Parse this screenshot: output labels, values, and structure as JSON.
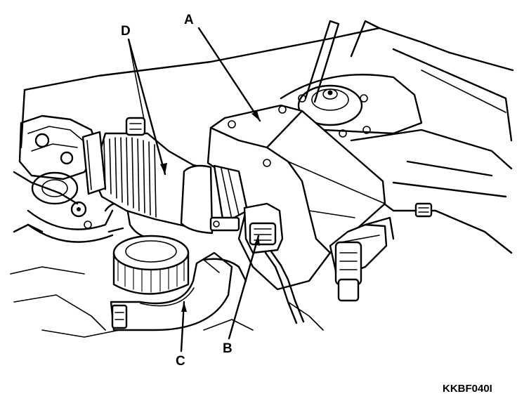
{
  "diagram": {
    "callouts": {
      "a": "A",
      "b": "B",
      "c": "C",
      "d": "D"
    },
    "figure_id": "KKBF040I"
  }
}
